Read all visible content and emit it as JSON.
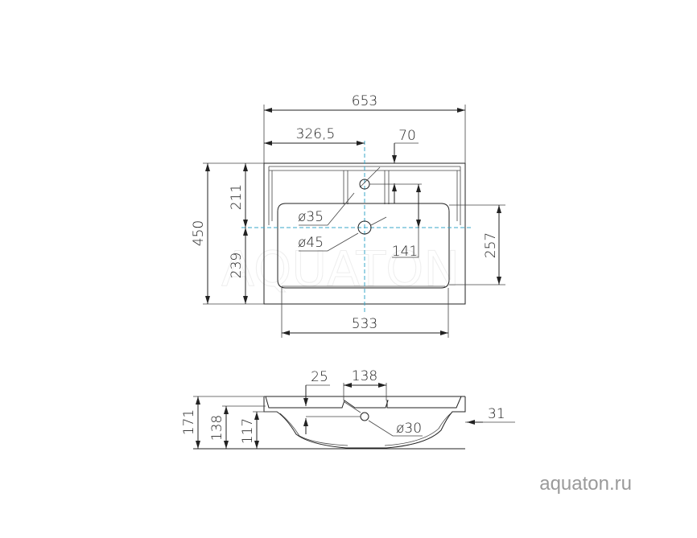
{
  "top_view": {
    "watermark": "AQUATON",
    "dims": {
      "overall_width": "653",
      "half_width": "326,5",
      "faucet_offset": "70",
      "overall_depth": "450",
      "rear_to_drain": "211",
      "drain_to_front": "239",
      "bowl_depth": "257",
      "faucet_to_drain": "141",
      "bowl_width": "533",
      "faucet_hole": "ø35",
      "drain_hole": "ø45"
    }
  },
  "side_view": {
    "dims": {
      "overall_height": "171",
      "height_138": "138",
      "height_117": "117",
      "overflow_offset": "25",
      "platform_width": "138",
      "overflow_hole": "ø30",
      "rim_31": "31"
    }
  },
  "footer": {
    "site": "aquaton.ru"
  },
  "colors": {
    "line": "#222222",
    "centerline": "#3aa7c8",
    "watermark": "#9a9a9a"
  }
}
